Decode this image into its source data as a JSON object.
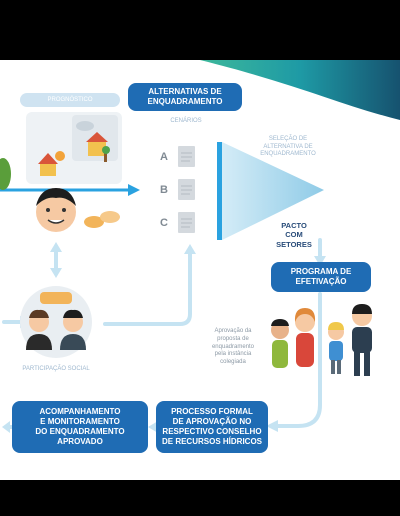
{
  "labels": {
    "prognostico": "PROGNÓSTICO",
    "alternativas": "ALTERNATIVAS DE\nENQUADRAMENTO",
    "cenarios": "CENÁRIOS",
    "selecao": "SELEÇÃO DE\nALTERNATIVA DE\nENQUADRAMENTO",
    "pacto": "PACTO\nCOM\nSETORES",
    "programa": "PROGRAMA DE\nEFETIVAÇÃO",
    "participacao": "PARTICIPAÇÃO SOCIAL",
    "aprovacao": "Aprovação da\nproposta de\nenquadramento\npela instância\ncolegiada",
    "acompanhamento": "ACOMPANHAMENTO\nE MONITORAMENTO\nDO ENQUADRAMENTO\nAPROVADO",
    "processo": "PROCESSO FORMAL\nDE APROVAÇÃO NO\nRESPECTIVO CONSELHO\nDE RECURSOS HÍDRICOS"
  },
  "letters": [
    "A",
    "B",
    "C"
  ],
  "colors": {
    "blue_button": "#1f6cb4",
    "teal_wave": "#1e9aa5",
    "pale_arrow": "#c5e3f2",
    "bright_arrow": "#2aa2e0"
  }
}
